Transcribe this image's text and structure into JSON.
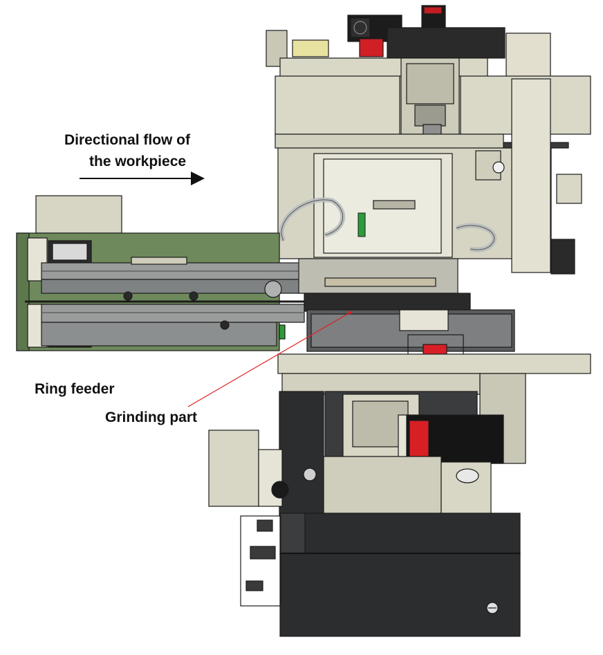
{
  "annotations": {
    "flow_line1": "Directional flow of",
    "flow_line2": "the workpiece",
    "ring_feeder": "Ring feeder",
    "grinding_part": "Grinding part"
  },
  "colors": {
    "body_beige": "#d8d6c4",
    "body_beige_light": "#e6e4d6",
    "feeder_green": "#6e8a5c",
    "dark_panel": "#2b2d2f",
    "steel_gray": "#9a9c9c",
    "motor_black": "#151515",
    "accent_red": "#d81f26",
    "leader_red": "#e02020",
    "outline": "#1a1a1a"
  }
}
